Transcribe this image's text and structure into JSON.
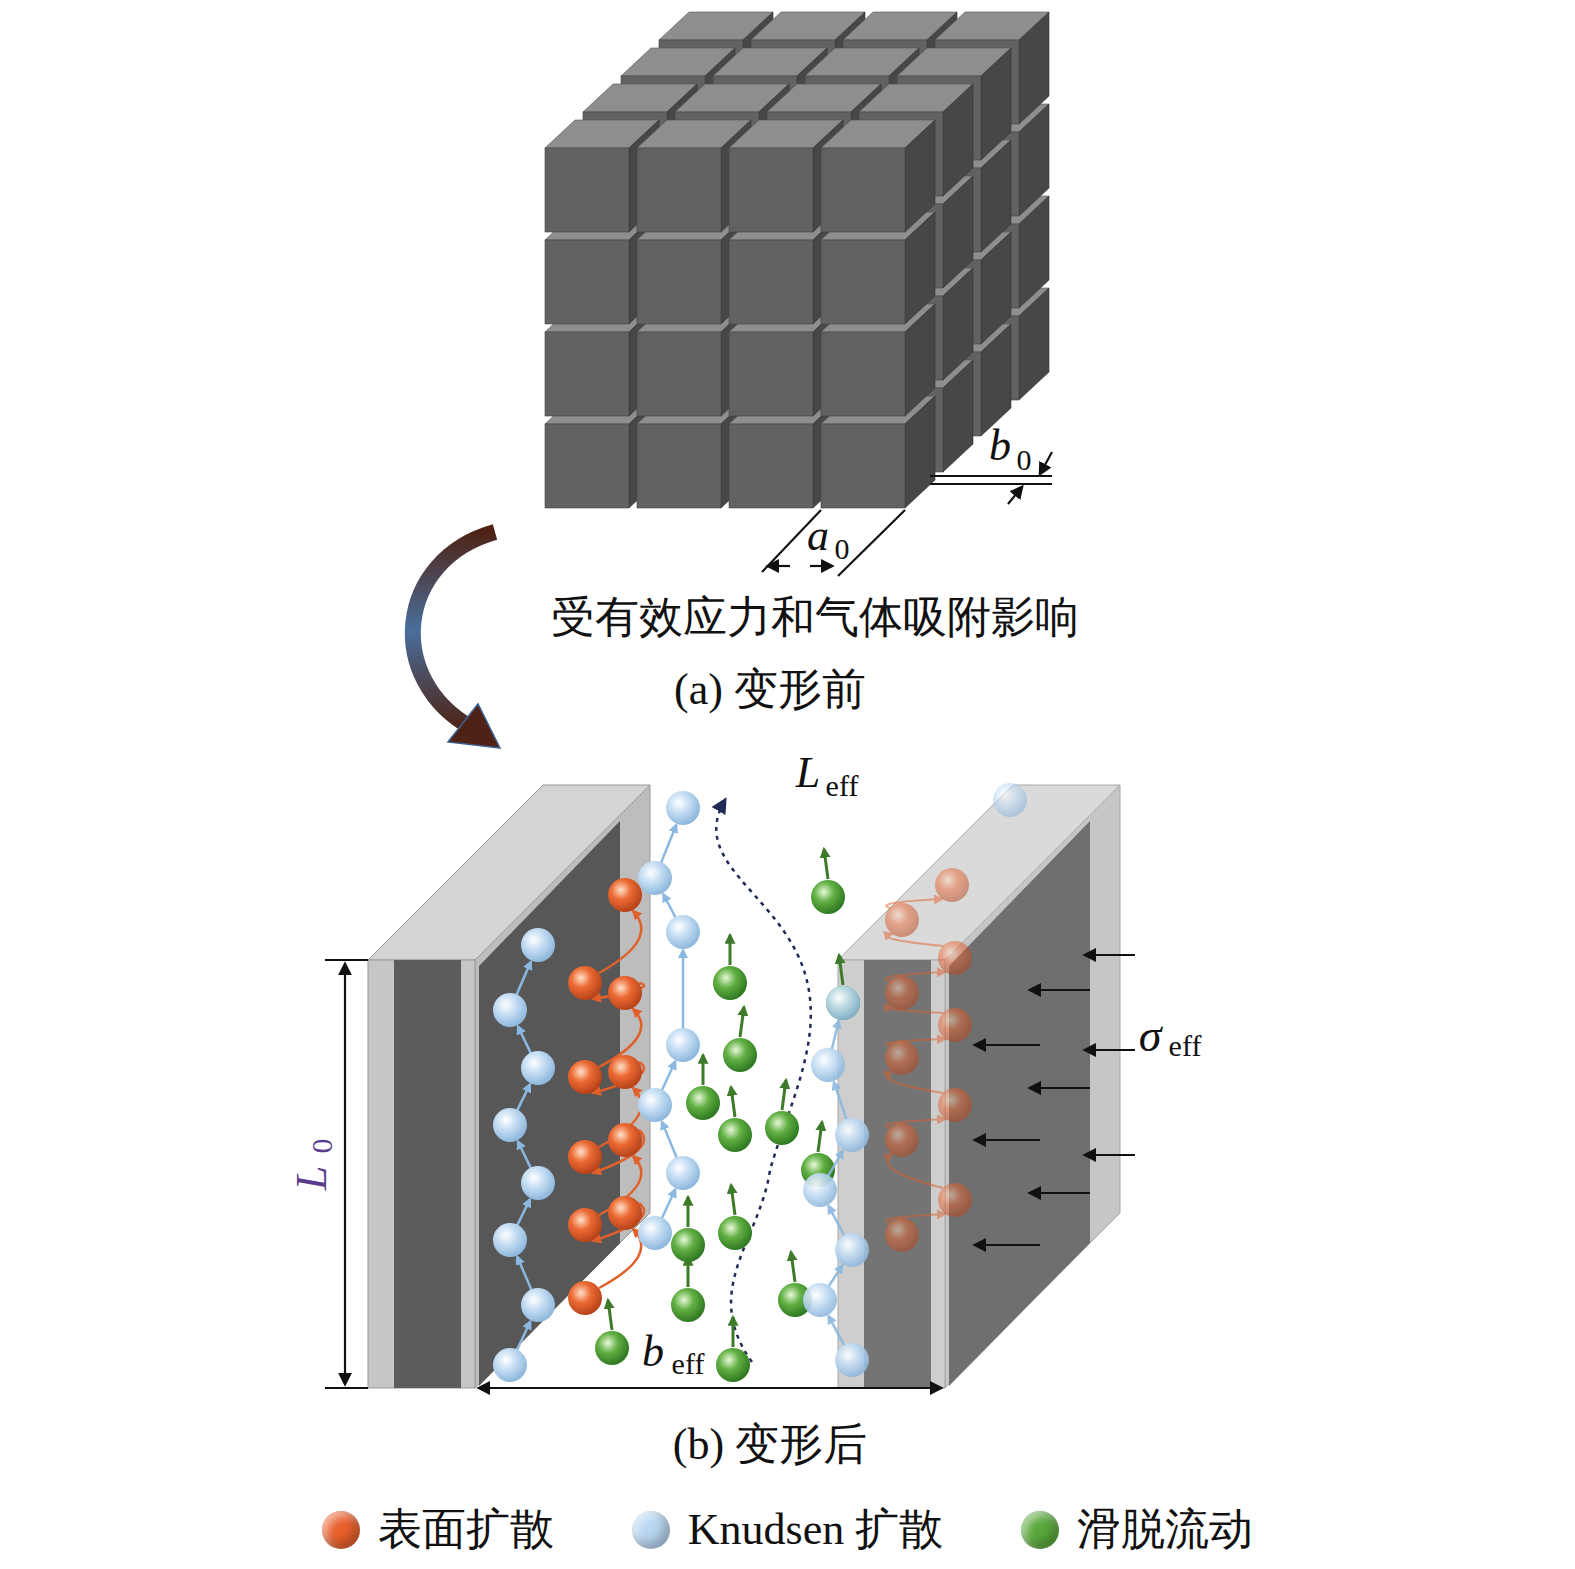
{
  "diagram": {
    "labels": [
      "b",
      "0",
      "a",
      "0",
      "受有效应力和气体吸附影响",
      "(a) 变形前",
      "L",
      "eff",
      "σ",
      "eff",
      "L",
      "0",
      "b",
      "eff",
      "(b) 变形后"
    ],
    "legend": [
      {
        "text": "表面扩散",
        "color": "#e8602c"
      },
      {
        "text": "Knudsen 扩散",
        "color": "#b8d6f0"
      },
      {
        "text": "滑脱流动",
        "color": "#5aa83c"
      }
    ]
  }
}
